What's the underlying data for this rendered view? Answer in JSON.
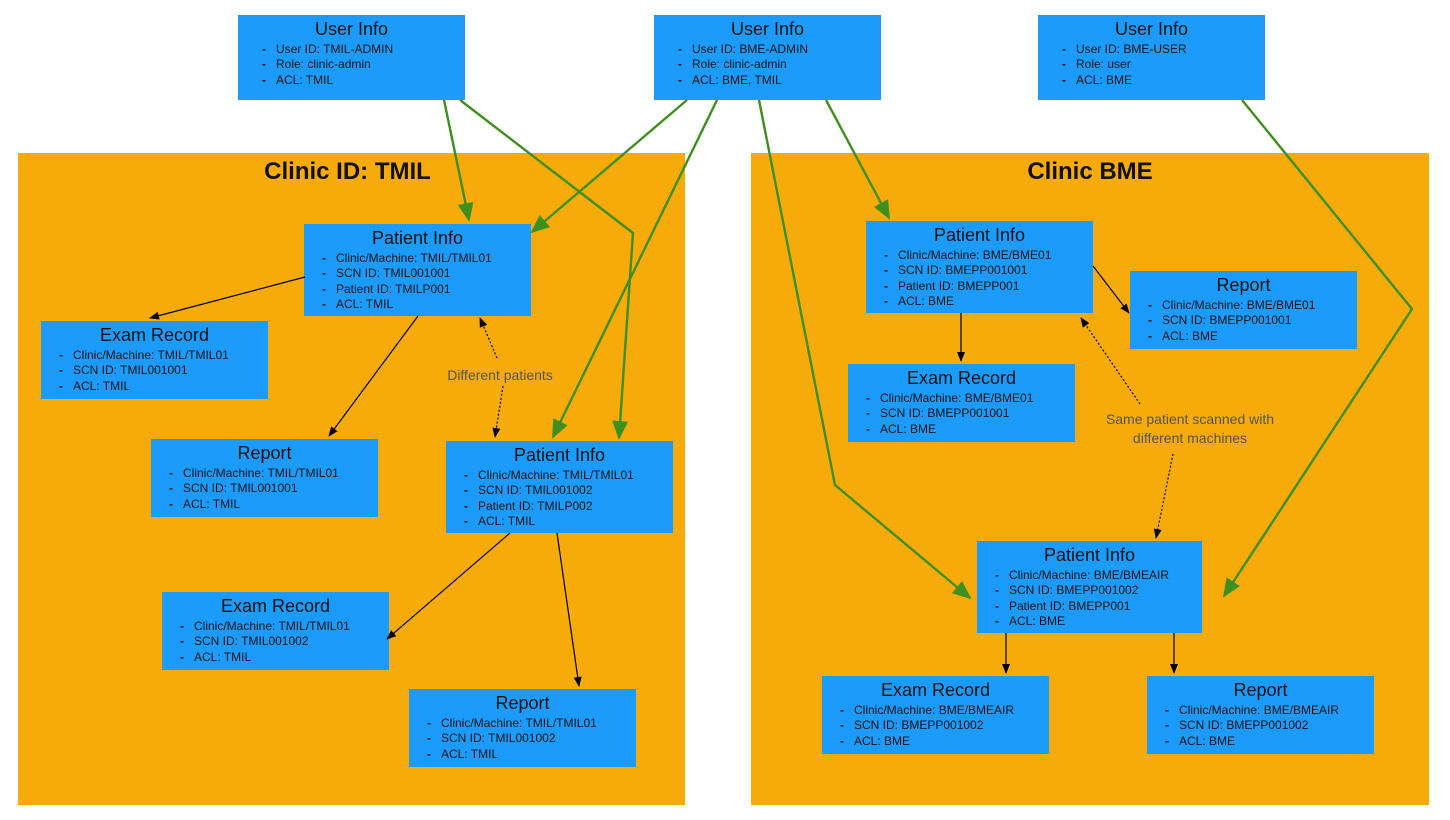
{
  "colors": {
    "clinic_bg": "#f7ab0a",
    "node_bg": "#1b9cfc",
    "access_arrow": "#3f8f1e",
    "link_arrow": "#000000",
    "note_text": "#555555"
  },
  "clinics": {
    "tmil": {
      "title": "Clinic ID: TMIL"
    },
    "bme": {
      "title": "Clinic BME"
    }
  },
  "users": [
    {
      "title": "User Info",
      "fields": [
        "User ID: TMIL-ADMIN",
        "Role: clinic-admin",
        "ACL: TMIL"
      ]
    },
    {
      "title": "User Info",
      "fields": [
        "User ID: BME-ADMIN",
        "Role: clinic-admin",
        "ACL: BME, TMIL"
      ]
    },
    {
      "title": "User Info",
      "fields": [
        "User ID: BME-USER",
        "Role: user",
        "ACL: BME"
      ]
    }
  ],
  "tmil_nodes": {
    "patient1": {
      "title": "Patient Info",
      "fields": [
        "Clinic/Machine: TMIL/TMIL01",
        "SCN ID: TMIL001001",
        "Patient ID: TMILP001",
        "ACL: TMIL"
      ]
    },
    "exam1": {
      "title": "Exam Record",
      "fields": [
        "Clinic/Machine: TMIL/TMIL01",
        "SCN ID: TMIL001001",
        "ACL: TMIL"
      ]
    },
    "report1": {
      "title": "Report",
      "fields": [
        "Clinic/Machine: TMIL/TMIL01",
        "SCN ID: TMIL001001",
        "ACL: TMIL"
      ]
    },
    "patient2": {
      "title": "Patient Info",
      "fields": [
        "Clinic/Machine: TMIL/TMIL01",
        "SCN ID: TMIL001002",
        "Patient ID: TMILP002",
        "ACL: TMIL"
      ]
    },
    "exam2": {
      "title": "Exam Record",
      "fields": [
        "Clinic/Machine: TMIL/TMIL01",
        "SCN ID: TMIL001002",
        "ACL: TMIL"
      ]
    },
    "report2": {
      "title": "Report",
      "fields": [
        "Clinic/Machine: TMIL/TMIL01",
        "SCN ID: TMIL001002",
        "ACL: TMIL"
      ]
    }
  },
  "bme_nodes": {
    "patient1": {
      "title": "Patient Info",
      "fields": [
        "Clinic/Machine: BME/BME01",
        "SCN ID: BMEPP001001",
        "Patient ID: BMEPP001",
        "ACL: BME"
      ]
    },
    "report1": {
      "title": "Report",
      "fields": [
        "Clinic/Machine: BME/BME01",
        "SCN ID: BMEPP001001",
        "ACL: BME"
      ]
    },
    "exam1": {
      "title": "Exam Record",
      "fields": [
        "Clinic/Machine: BME/BME01",
        "SCN ID: BMEPP001001",
        "ACL: BME"
      ]
    },
    "patient2": {
      "title": "Patient Info",
      "fields": [
        "Clinic/Machine: BME/BMEAIR",
        "SCN ID: BMEPP001002",
        "Patient ID: BMEPP001",
        "ACL: BME"
      ]
    },
    "exam2": {
      "title": "Exam Record",
      "fields": [
        "Clinic/Machine: BME/BMEAIR",
        "SCN ID: BMEPP001002",
        "ACL: BME"
      ]
    },
    "report2": {
      "title": "Report",
      "fields": [
        "Clinic/Machine: BME/BMEAIR",
        "SCN ID: BMEPP001002",
        "ACL: BME"
      ]
    }
  },
  "notes": {
    "different_patients": "Different patients",
    "same_patient_line1": "Same patient scanned with",
    "same_patient_line2": "different machines"
  }
}
